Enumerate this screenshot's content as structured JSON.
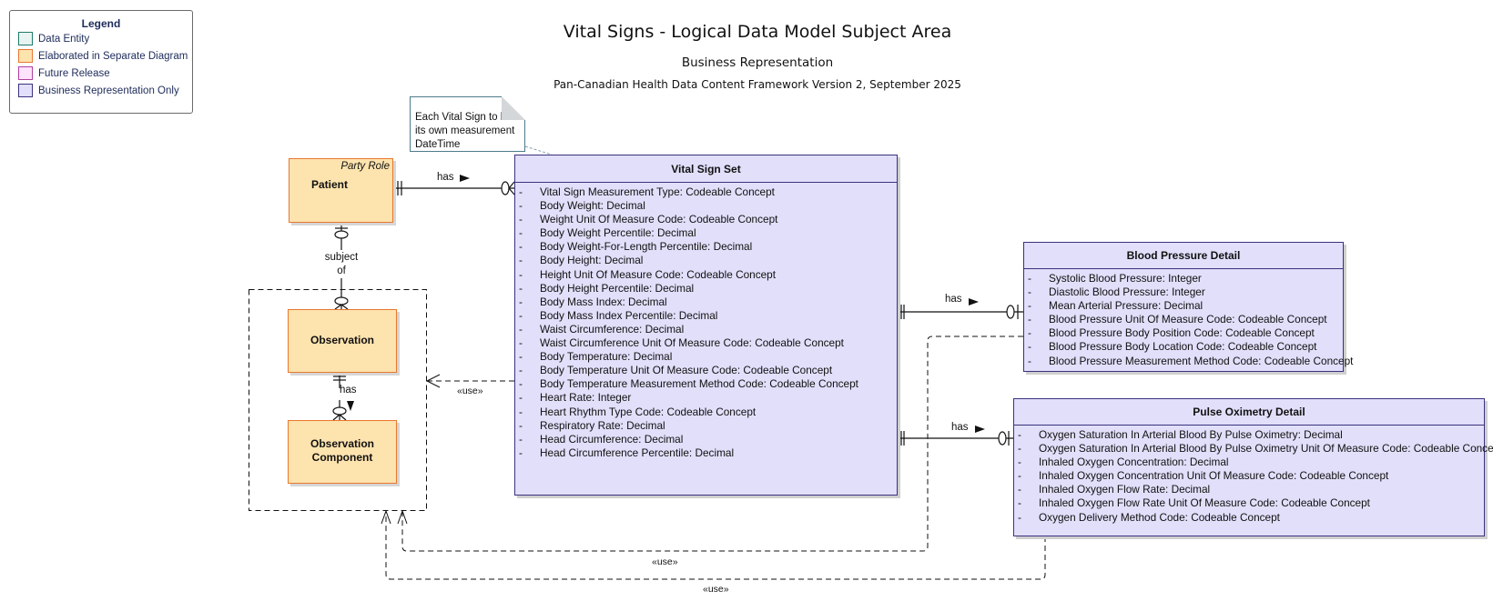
{
  "legend": {
    "title": "Legend",
    "items": [
      {
        "label": "Data Entity",
        "fill": "#e8f4f1",
        "stroke": "#1f7a6b"
      },
      {
        "label": "Elaborated in Separate Diagram",
        "fill": "#fde3ae",
        "stroke": "#e8772e"
      },
      {
        "label": "Future Release",
        "fill": "#fde3fb",
        "stroke": "#b040a0"
      },
      {
        "label": "Business Representation Only",
        "fill": "#e1dffa",
        "stroke": "#3a327f"
      }
    ]
  },
  "header": {
    "title": "Vital Signs - Logical Data Model Subject Area",
    "subtitle": "Business Representation",
    "framework": "Pan-Canadian Health Data Content Framework Version 2, September 2025"
  },
  "note": {
    "lines": [
      "Each Vital Sign to have",
      "its own measurement",
      "DateTime"
    ]
  },
  "entities": {
    "patient": {
      "stereotype": "Party Role",
      "name": "Patient"
    },
    "observation": {
      "name": "Observation"
    },
    "observation_component": {
      "name_line1": "Observation",
      "name_line2": "Component"
    },
    "vital_sign_set": {
      "name": "Vital Sign Set",
      "attributes": [
        "Vital Sign Measurement Type: Codeable Concept",
        "Body Weight: Decimal",
        "Weight Unit Of Measure Code: Codeable Concept",
        "Body Weight Percentile: Decimal",
        "Body Weight-For-Length Percentile: Decimal",
        "Body Height: Decimal",
        "Height Unit Of Measure Code: Codeable Concept",
        "Body Height Percentile: Decimal",
        "Body Mass Index: Decimal",
        "Body Mass Index Percentile: Decimal",
        "Waist Circumference: Decimal",
        "Waist Circumference Unit Of Measure Code: Codeable Concept",
        "Body Temperature: Decimal",
        "Body Temperature Unit Of Measure Code: Codeable Concept",
        "Body Temperature Measurement Method Code: Codeable Concept",
        "Heart Rate: Integer",
        "Heart Rhythm Type Code: Codeable Concept",
        "Respiratory Rate: Decimal",
        "Head Circumference: Decimal",
        "Head Circumference Percentile: Decimal"
      ]
    },
    "blood_pressure_detail": {
      "name": "Blood Pressure Detail",
      "attributes": [
        "Systolic Blood Pressure: Integer",
        "Diastolic Blood Pressure: Integer",
        "Mean Arterial Pressure: Decimal",
        "Blood Pressure Unit Of Measure Code: Codeable Concept",
        "Blood Pressure Body Position Code: Codeable Concept",
        "Blood Pressure Body Location Code: Codeable Concept",
        "Blood Pressure Measurement Method Code: Codeable Concept"
      ]
    },
    "pulse_oximetry_detail": {
      "name": "Pulse Oximetry Detail",
      "attributes": [
        "Oxygen Saturation In Arterial Blood By Pulse Oximetry: Decimal",
        "Oxygen Saturation In Arterial Blood By Pulse Oximetry Unit Of Measure Code: Codeable Concept",
        "Inhaled Oxygen Concentration: Decimal",
        "Inhaled Oxygen Concentration Unit Of Measure Code: Codeable Concept",
        "Inhaled Oxygen Flow Rate: Decimal",
        "Inhaled Oxygen Flow Rate Unit Of Measure Code: Codeable Concept",
        "Oxygen Delivery Method Code: Codeable Concept"
      ]
    }
  },
  "relationships": {
    "patient_vss": "has",
    "patient_observation_1": "subject",
    "patient_observation_2": "of",
    "observation_component": "has",
    "vss_bp": "has",
    "vss_po": "has",
    "use_label": "«use»"
  },
  "attribute_bullet": "-"
}
